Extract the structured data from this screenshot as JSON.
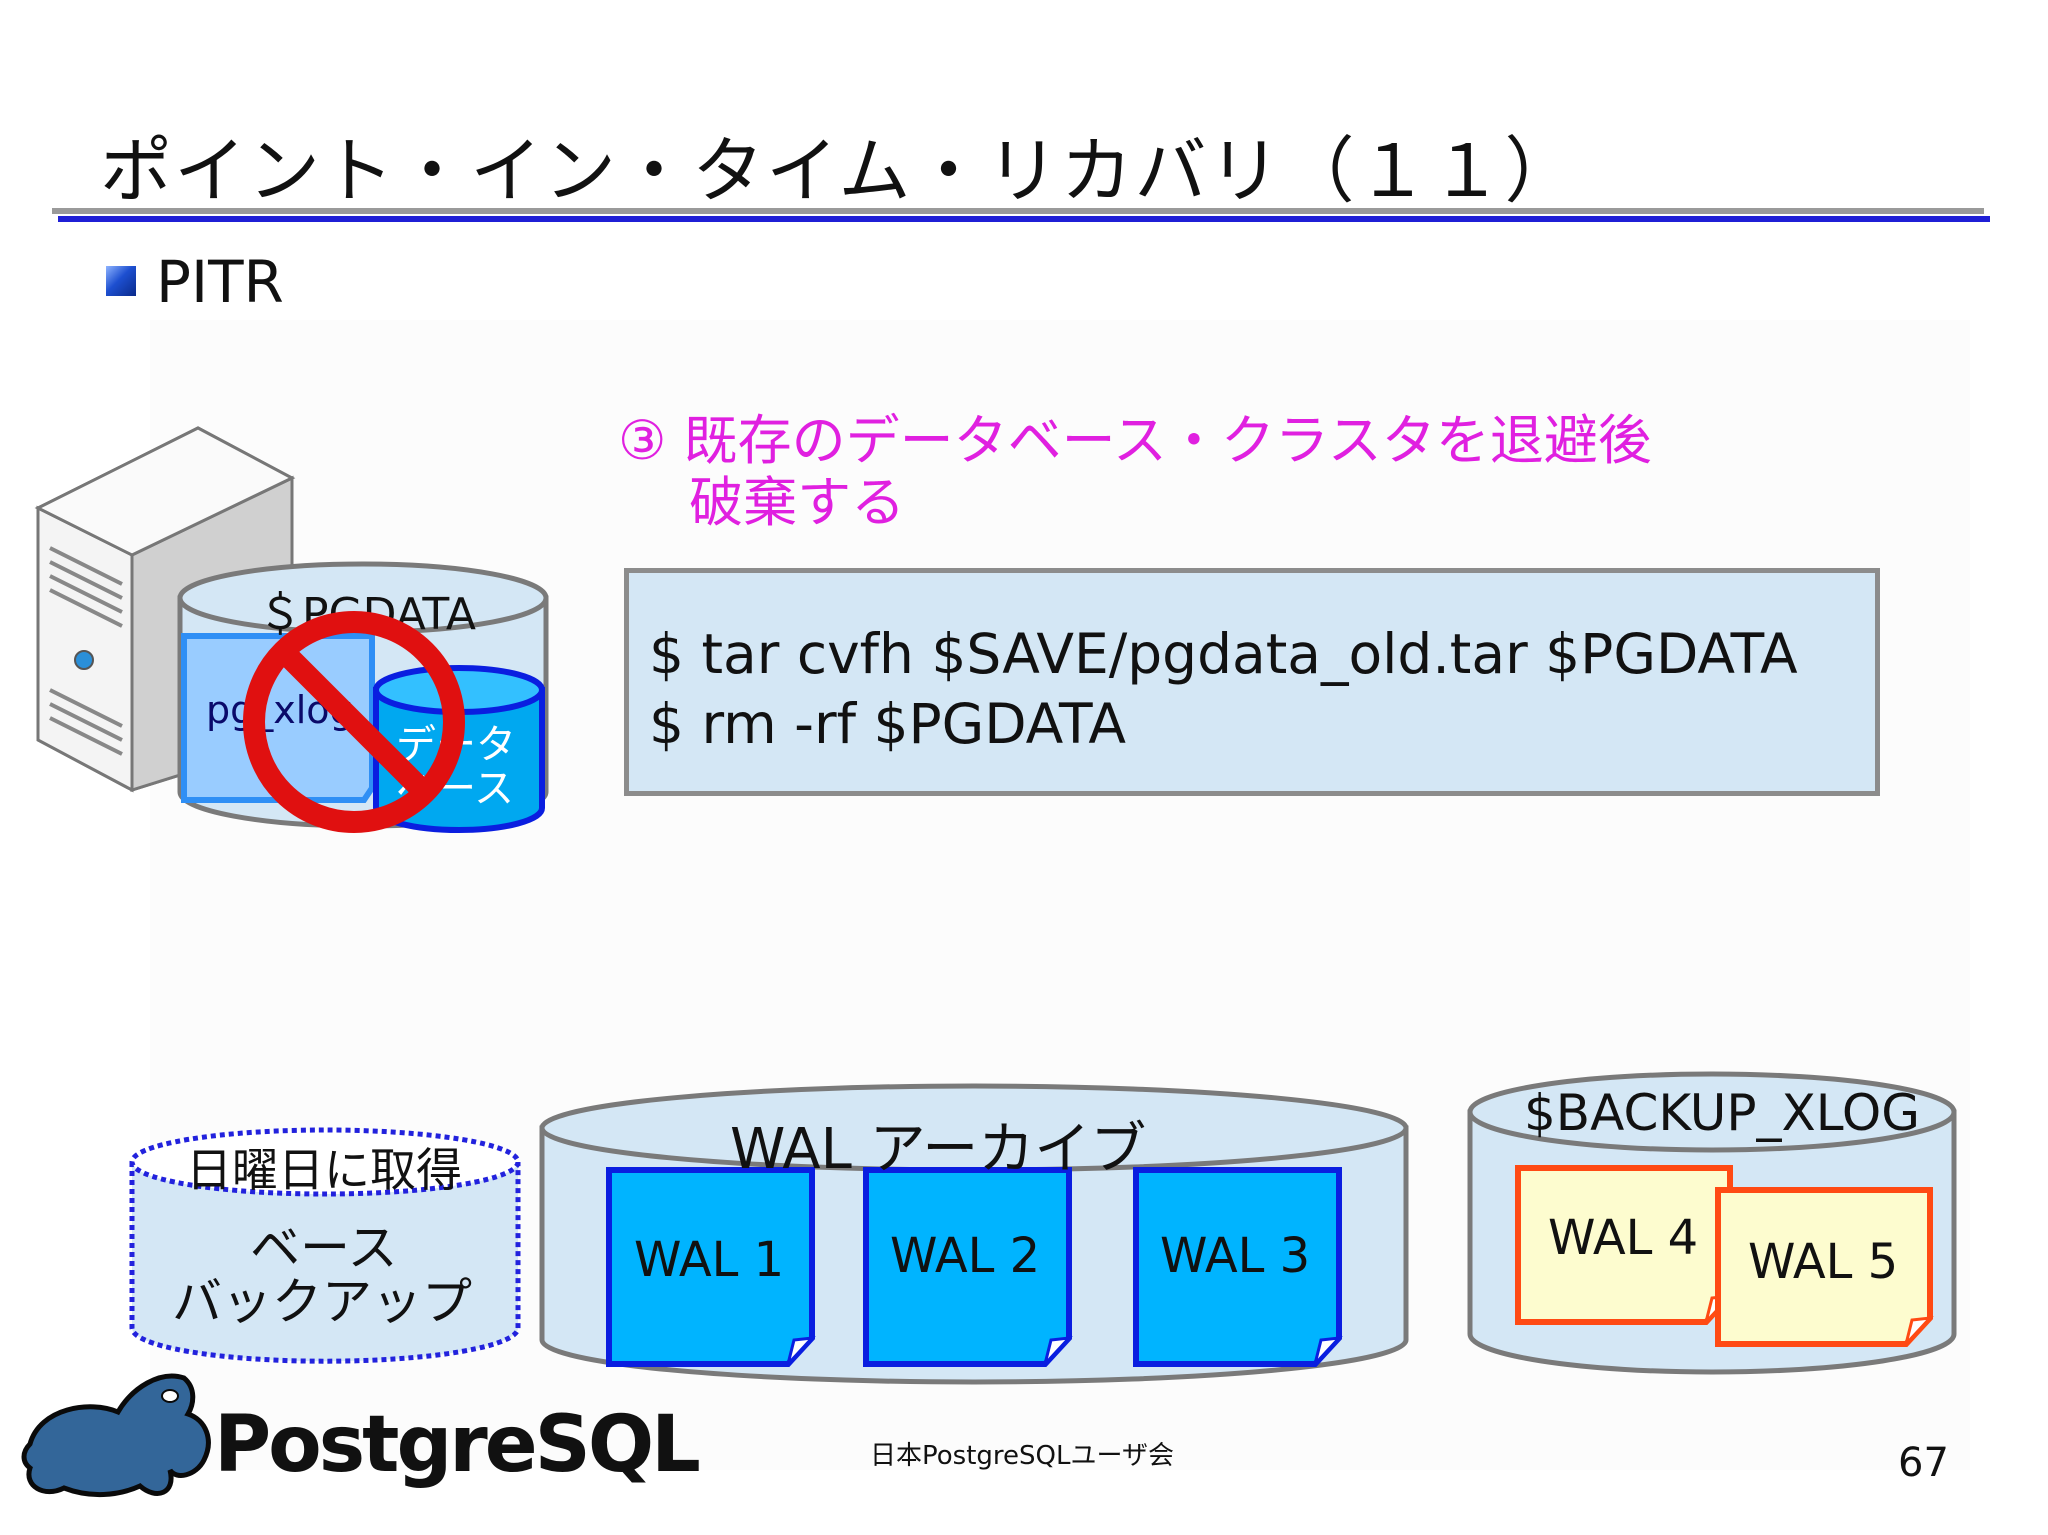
{
  "slide": {
    "title": "ポイント・イン・タイム・リカバリ（１１）",
    "bullet": "PITR"
  },
  "step": {
    "text": "③ 既存のデータベース・クラスタを退避後\n　 破棄する"
  },
  "commands": [
    "$ tar cvfh $SAVE/pgdata_old.tar $PGDATA",
    "$ rm -rf $PGDATA"
  ],
  "server": {
    "pgdata_label": "＄PGDATA",
    "xlog_label": "pg_xlog",
    "db_label_line1": "データ",
    "db_label_line2": "ベース"
  },
  "base_backup": {
    "top_label": "日曜日に取得",
    "line1": "ベース",
    "line2": "バックアップ"
  },
  "wal_archive": {
    "label": "WAL アーカイブ",
    "files": [
      "WAL 1",
      "WAL 2",
      "WAL 3"
    ]
  },
  "backup_xlog": {
    "label": "$BACKUP_XLOG",
    "files": [
      "WAL 4",
      "WAL 5"
    ]
  },
  "footer": {
    "logo": "PostgreSQL",
    "org": "日本PostgreSQLユーザ会",
    "page": "67"
  },
  "colors": {
    "title_rule": "#1f1fd6",
    "step_text": "#e020e0",
    "cylinder_fill": "#d4e7f5",
    "wal_archive_file": "#00b4ff",
    "wal_archive_border": "#0a1ee0",
    "backup_file": "#fdfccf",
    "backup_border": "#ff4a14",
    "prohibit": "#e01010"
  },
  "icons": [
    "server-icon",
    "prohibit-icon",
    "postgresql-elephant-icon",
    "bullet-square-icon"
  ]
}
